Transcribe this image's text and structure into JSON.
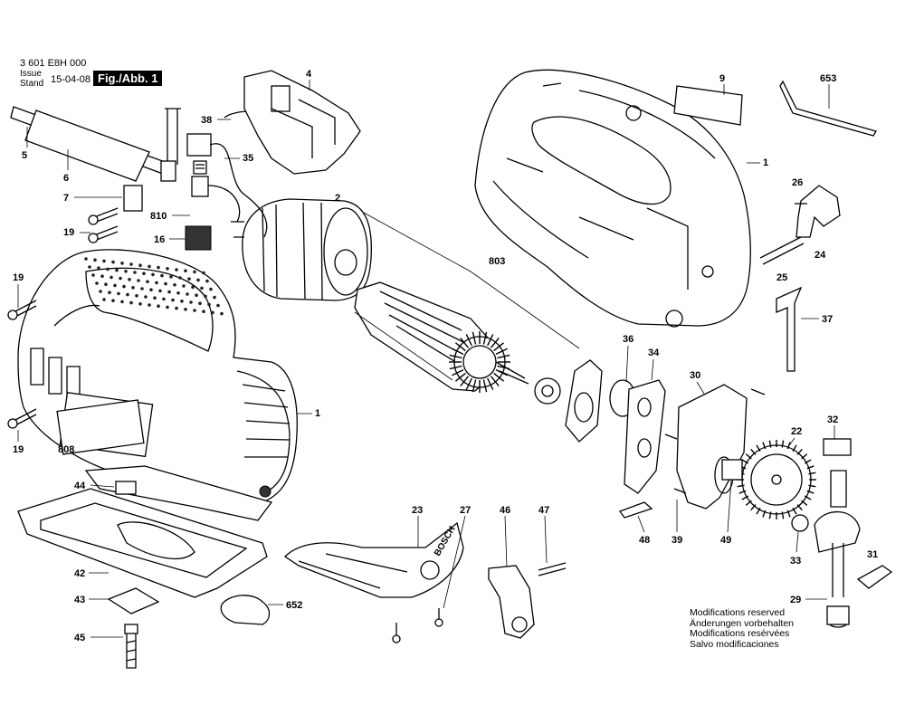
{
  "header": {
    "doc_number": "3 601 E8H 000",
    "issue_label": "Issue",
    "stand_label": "Stand",
    "issue_date": "15-04-08",
    "figure": "Fig./Abb. 1"
  },
  "notice": [
    "Modifications reserved",
    "Änderungen vorbehalten",
    "Modifications resérvées",
    "Salvo modificaciones"
  ],
  "brand_on_guard": "BOSCH",
  "callouts": {
    "c1a": "1",
    "c1b": "1",
    "c2": "2",
    "c4": "4",
    "c5": "5",
    "c6": "6",
    "c7": "7",
    "c9": "9",
    "c16": "16",
    "c19a": "19",
    "c19b": "19",
    "c19c": "19",
    "c22": "22",
    "c23": "23",
    "c24": "24",
    "c25": "25",
    "c26": "26",
    "c27": "27",
    "c29": "29",
    "c30": "30",
    "c31": "31",
    "c32": "32",
    "c33": "33",
    "c34": "34",
    "c35": "35",
    "c36": "36",
    "c37": "37",
    "c38": "38",
    "c39": "39",
    "c42": "42",
    "c43": "43",
    "c44": "44",
    "c45": "45",
    "c46": "46",
    "c47": "47",
    "c48": "48",
    "c49": "49",
    "c652a": "652",
    "c653": "653",
    "c803": "803",
    "c808": "808",
    "c810": "810"
  }
}
